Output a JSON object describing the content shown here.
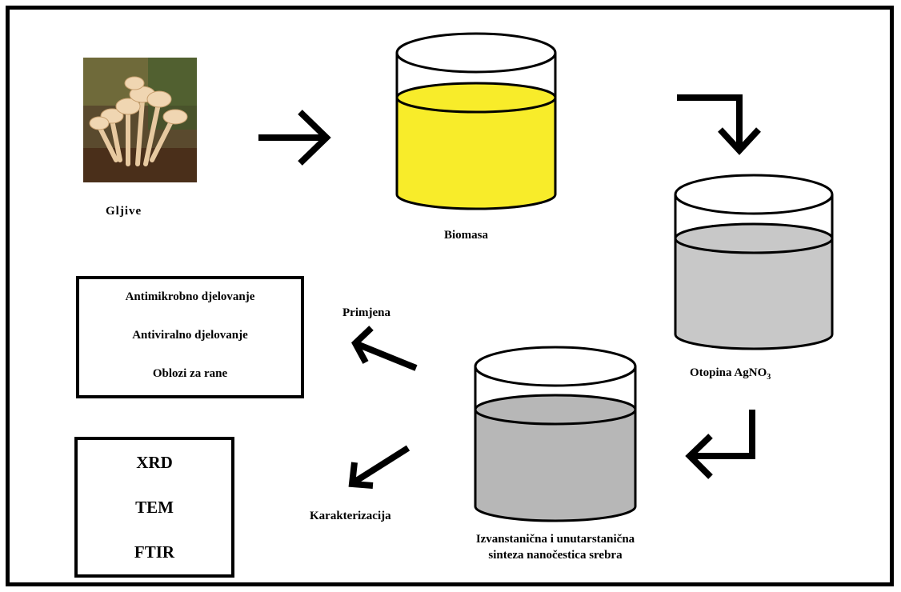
{
  "labels": {
    "gljive": "Gljive",
    "biomasa": "Biomasa",
    "otopina_main": "Otopina AgNO",
    "otopina_sub": "3",
    "sinteza_line1": "Izvanstanična i unutarstanična",
    "sinteza_line2": "sinteza nanočestica srebra",
    "primjena": "Primjena",
    "karakterizacija": "Karakterizacija"
  },
  "applications_box": {
    "items": [
      "Antimikrobno djelovanje",
      "Antiviralno djelovanje",
      "Oblozi za rane"
    ]
  },
  "characterization_box": {
    "items": [
      "XRD",
      "TEM",
      "FTIR"
    ]
  },
  "colors": {
    "biomass_liquid": "#f8ec2a",
    "agno3_liquid": "#c8c8c8",
    "synthesis_liquid": "#b7b7b7",
    "outline": "#000000"
  }
}
